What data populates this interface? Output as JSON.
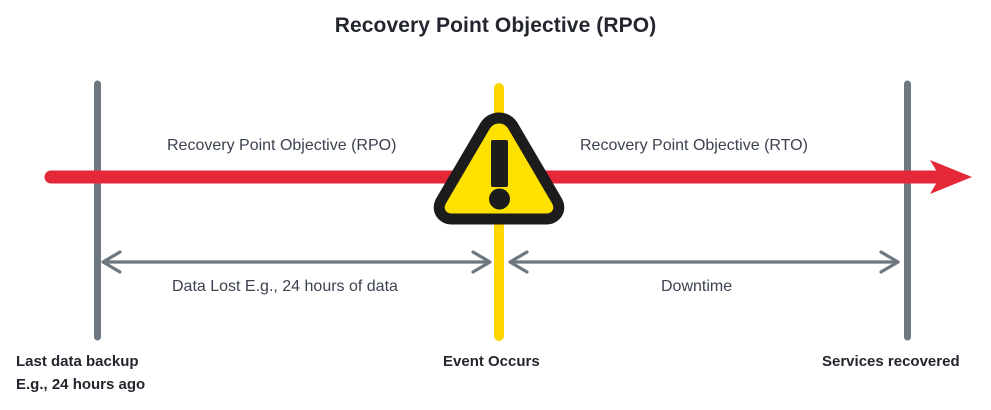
{
  "diagram": {
    "title": "Recovery Point Objective (RPO)",
    "type": "timeline-diagram",
    "colors": {
      "timeline_red": "#E52838",
      "event_yellow": "#FFD500",
      "marker_gray": "#6E7680",
      "warning_fill": "#FFE100",
      "warning_stroke": "#1C1C1C",
      "text": "#3C4250",
      "title_text": "#23262E"
    },
    "phases": [
      {
        "id": "rpo",
        "label": "Recovery Point Objective (RPO)"
      },
      {
        "id": "rto",
        "label": "Recovery Point Objective (RTO)"
      }
    ],
    "spans": [
      {
        "id": "data-lost",
        "label": "Data Lost E.g., 24 hours of data"
      },
      {
        "id": "downtime",
        "label": "Downtime"
      }
    ],
    "markers": [
      {
        "id": "last-backup",
        "line1": "Last data backup",
        "line2": "E.g., 24 hours ago"
      },
      {
        "id": "event-occurs",
        "line1": "Event Occurs",
        "line2": ""
      },
      {
        "id": "services-recovered",
        "line1": "Services recovered",
        "line2": ""
      }
    ],
    "icons": {
      "warning": "warning-triangle-icon",
      "timeline_arrow": "timeline-arrow-icon"
    }
  }
}
